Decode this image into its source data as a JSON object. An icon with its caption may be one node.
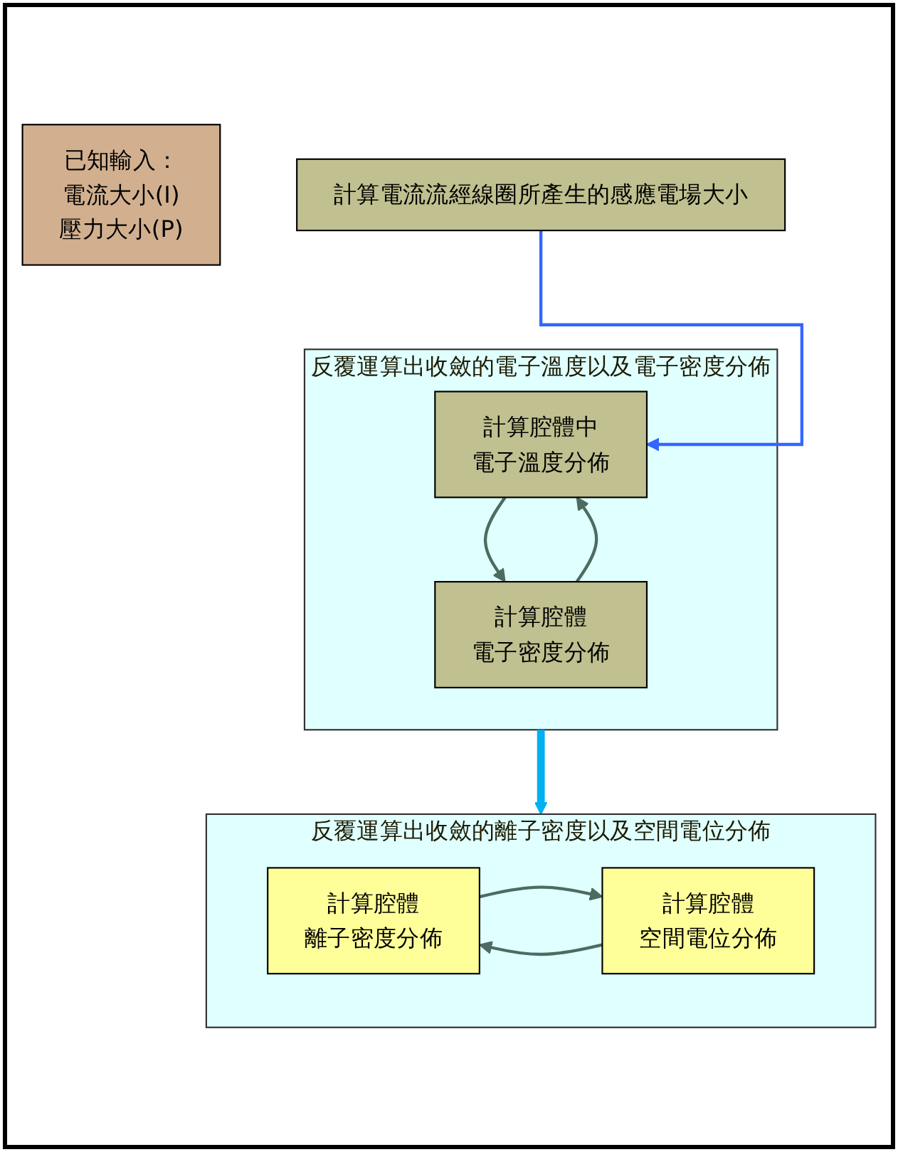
{
  "diagram": {
    "nodes": [
      {
        "text": [
          "已知輸入：",
          "電流大小(I)",
          "壓力大小(P)"
        ]
      },
      {
        "text": [
          "計算電流流經線圈所產生的感應電場大小"
        ]
      },
      {
        "text": [
          "反覆運算出收斂的電子溫度以及電子密度分佈"
        ]
      },
      {
        "text": [
          "計算腔體",
          "電子密度分佈"
        ],
        "in": 2
      },
      {
        "text": [
          "計算腔體中",
          "電子溫度分佈"
        ],
        "in": 2
      },
      {
        "text": [
          "反覆運算出收斂的離子密度以及空間電位分佈"
        ]
      },
      {
        "text": [
          "計算腔體",
          "離子密度分佈"
        ],
        "in": 5
      },
      {
        "text": [
          "計算腔體",
          "空間電位分佈"
        ],
        "in": 5
      }
    ],
    "edges": [
      {
        "from": 1,
        "to": 4,
        "arrow": "to",
        "color": "#3366ff"
      },
      {
        "from": 3,
        "to": 4,
        "arrow": "to"
      },
      {
        "from": 4,
        "to": 3,
        "arrow": "to"
      },
      {
        "from": 2,
        "to": 5,
        "arrow": "to",
        "style": "thick",
        "color": "#00b0f0"
      },
      {
        "from": 6,
        "to": 7,
        "arrow": "to"
      },
      {
        "from": 7,
        "to": 6,
        "arrow": "to"
      }
    ]
  }
}
